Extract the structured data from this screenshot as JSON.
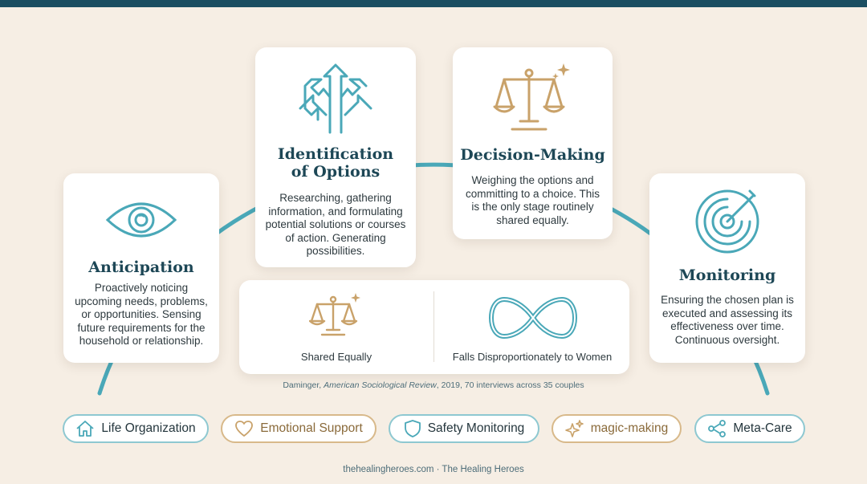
{
  "colors": {
    "teal": "#4aa8b8",
    "gold": "#c9a26a",
    "navy": "#1b4e61",
    "background": "#f6eee4"
  },
  "stages": [
    {
      "title": "Anticipation",
      "icon": "eye-icon",
      "description": "Proactively noticing upcoming needs, problems, or opportunities. Sensing future requirements for the household or relationship."
    },
    {
      "title_line1": "Identification",
      "title_line2": "of Options",
      "icon": "branching-arrows-icon",
      "description": "Researching, gathering information, and formulating potential solutions or courses of action. Generating possibilities."
    },
    {
      "title": "Decision-Making",
      "icon": "scales-icon",
      "description": "Weighing the options and committing to a choice. This is the only stage routinely shared equally."
    },
    {
      "title": "Monitoring",
      "icon": "target-icon",
      "description": "Ensuring the chosen plan is executed and assessing its effectiveness over time. Continuous oversight."
    }
  ],
  "legend": [
    {
      "label": "Shared Equally",
      "icon": "scales-icon"
    },
    {
      "label": "Falls Disproportionately to Women",
      "icon": "infinity-icon"
    }
  ],
  "citation": {
    "author": "Daminger,",
    "journal": "American Sociological Review",
    "rest": ", 2019, 70 interviews across 35 couples"
  },
  "pills": [
    {
      "label": "Life Organization",
      "icon": "house-icon"
    },
    {
      "label": "Emotional Support",
      "icon": "heart-icon"
    },
    {
      "label": "Safety Monitoring",
      "icon": "shield-icon"
    },
    {
      "label": "magic-making",
      "icon": "sparkle-icon"
    },
    {
      "label": "Meta-Care",
      "icon": "network-icon"
    }
  ],
  "footer": "thehealingheroes.com · The Healing Heroes"
}
